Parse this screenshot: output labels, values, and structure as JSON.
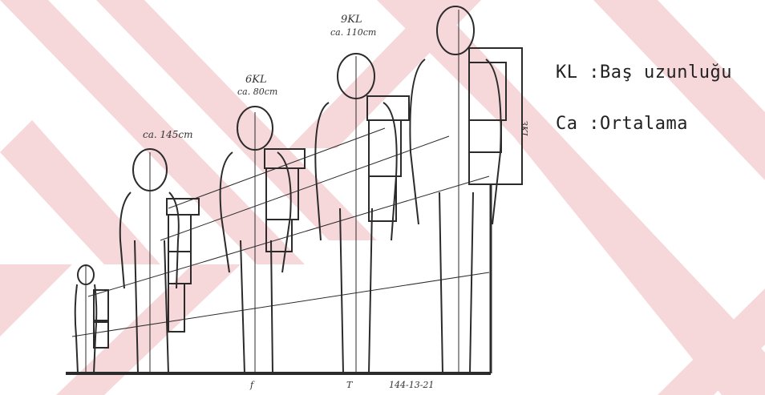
{
  "legend": {
    "items": [
      {
        "abbr": "KL",
        "description": "Baş uzunluğu"
      },
      {
        "abbr": "Ca",
        "description": "Ortalama"
      }
    ]
  },
  "labels": {
    "fig2_top": "6KL",
    "fig2_bottom": "ca. 80cm",
    "fig3_top": "9KL",
    "fig3_bottom": "ca. 110cm",
    "fig4_top": "",
    "fig4_bottom": "ca. 145cm",
    "fig5_side": "3KL",
    "axis_mark_1": "f",
    "axis_mark_2": "T",
    "axis_mark_3": "144-13-21"
  },
  "colors": {
    "watermark": "#f6d7da",
    "ink": "#2b2b2b",
    "background": "#ffffff"
  }
}
